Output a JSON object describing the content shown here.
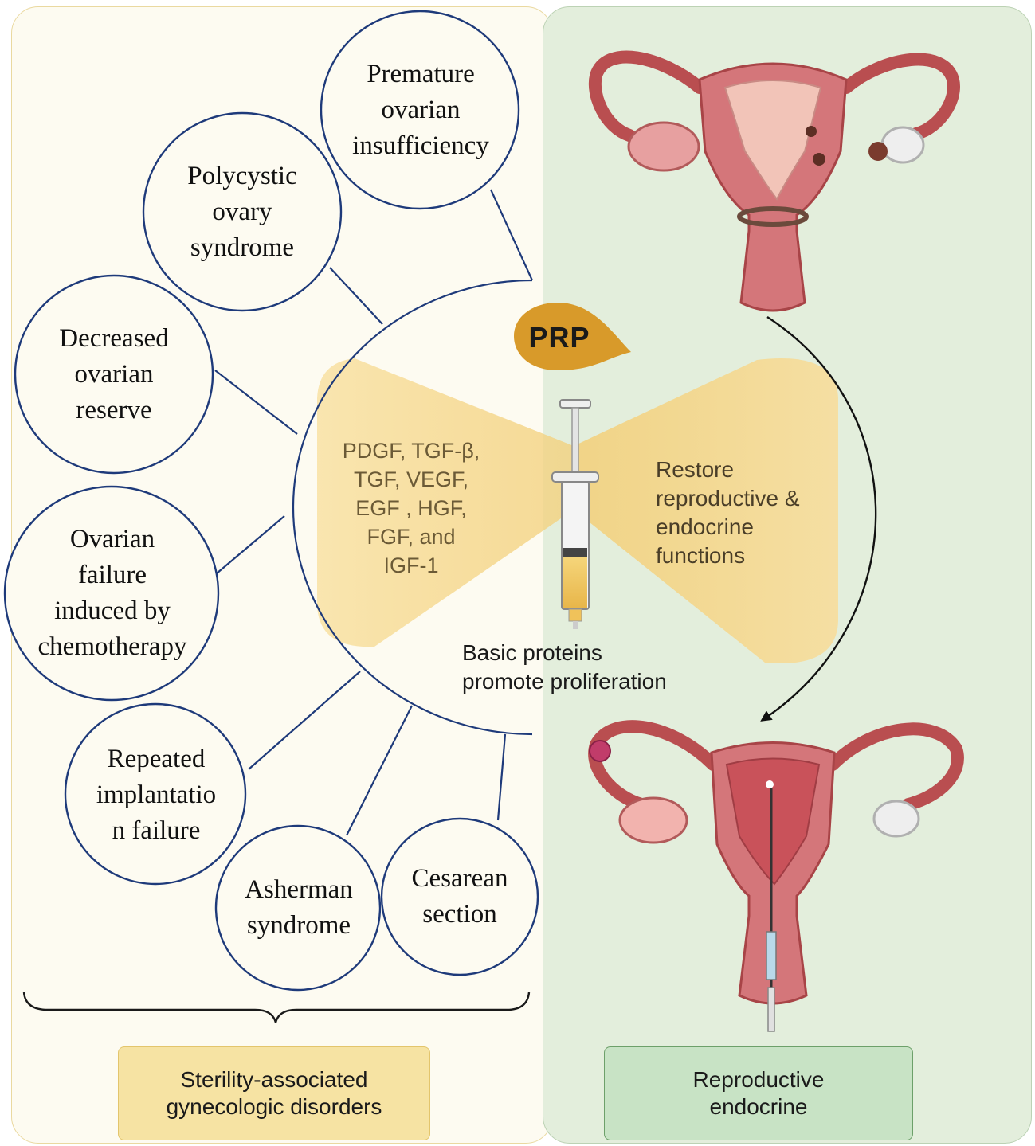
{
  "left_panel": {
    "disorders": [
      {
        "id": "poi",
        "label": "Premature\novarian\ninsufficiency"
      },
      {
        "id": "pcos",
        "label": "Polycystic\novary\nsyndrome"
      },
      {
        "id": "dor",
        "label": "Decreased\novarian\nreserve"
      },
      {
        "id": "chemo",
        "label": "Ovarian\nfailure\ninduced by\nchemotherapy"
      },
      {
        "id": "rif",
        "label": "Repeated\nimplantatio\nn failure"
      },
      {
        "id": "asherman",
        "label": "Asherman\nsyndrome"
      },
      {
        "id": "cesarean",
        "label": "Cesarean\nsection"
      }
    ],
    "footer_label": "Sterility-associated\ngynecologic disorders"
  },
  "center": {
    "prp_label": "PRP",
    "growth_factors": "PDGF, TGF-β,\nTGF, VEGF,\nEGF , HGF,\nFGF, and\nIGF-1",
    "restore_text": "Restore\nreproductive &\nendocrine\nfunctions",
    "basic_text": "Basic proteins\npromote proliferation"
  },
  "right_panel": {
    "footer_label": "Reproductive\nendocrine"
  },
  "colors": {
    "circle_stroke": "#1e3a7a",
    "prp_drop": "#d89a2a",
    "left_box_fill": "#f6e3a3",
    "right_box_fill": "#c8e3c5",
    "beam": "#f6d98a"
  }
}
